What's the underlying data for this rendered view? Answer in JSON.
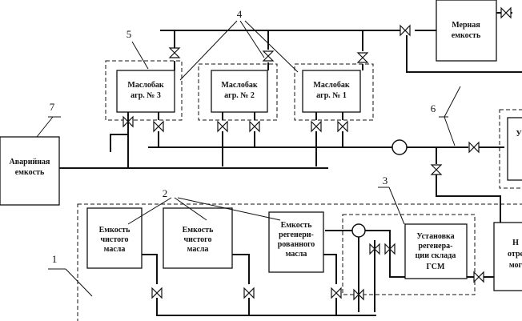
{
  "boxes": {
    "measuring": [
      "Мерная",
      "емкость"
    ],
    "oil3": [
      "Маслобак",
      "агр. № 3"
    ],
    "oil2": [
      "Маслобак",
      "агр. № 2"
    ],
    "oil1": [
      "Маслобак",
      "агр. № 1"
    ],
    "emergency": [
      "Аварийная",
      "емкость"
    ],
    "clean1": [
      "Емкость",
      "чистого",
      "масла"
    ],
    "clean2": [
      "Емкость",
      "чистого",
      "масла"
    ],
    "regen_tank": [
      "Емкость",
      "регенери-",
      "рованного",
      "масла"
    ],
    "regen_unit": [
      "Установка",
      "регенера-",
      "ции склада",
      "ГСМ"
    ],
    "right_top": "У",
    "right_bottom": [
      "Н",
      "отре",
      "мог"
    ]
  },
  "numbers": {
    "n1": "1",
    "n2": "2",
    "n3": "3",
    "n4": "4",
    "n5": "5",
    "n6": "6",
    "n7": "7"
  }
}
